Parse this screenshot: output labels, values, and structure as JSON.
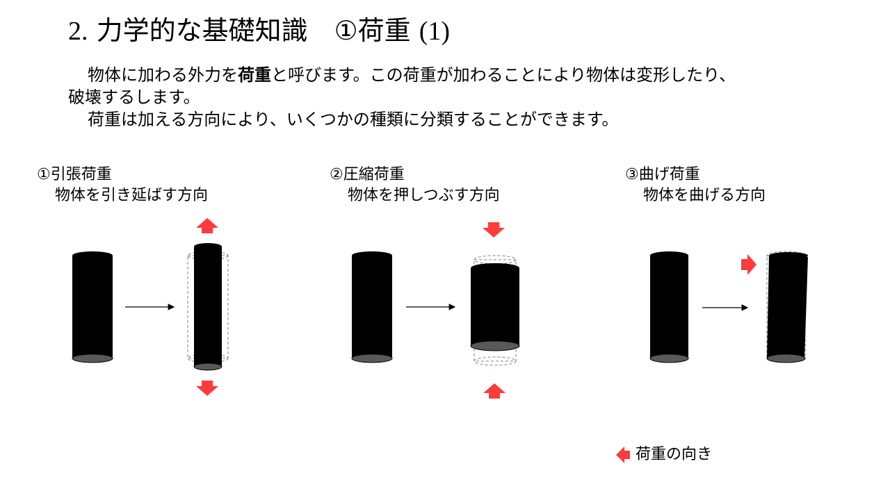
{
  "title": {
    "prefix": "2.",
    "main": " 力学的な基礎知識　①荷重 ",
    "suffix": "(1)"
  },
  "intro": {
    "line1_before": "物体に加わる外力を",
    "line1_bold": "荷重",
    "line1_after": "と呼びます。この荷重が加わることにより物体は変形したり、",
    "line2": "破壊するします。",
    "line3": "荷重は加える方向により、いくつかの種類に分類することができます。"
  },
  "cases": [
    {
      "heading": "①引張荷重",
      "description": "物体を引き延ばす方向"
    },
    {
      "heading": "②圧縮荷重",
      "description": "物体を押しつぶす方向"
    },
    {
      "heading": "③曲げ荷重",
      "description": "物体を曲げる方向"
    }
  ],
  "legend": {
    "label": "荷重の向き",
    "icon": "red-load-arrow-icon"
  },
  "colors": {
    "cylinder_body": "#000000",
    "cylinder_base": "#595959",
    "load_arrow": "#ff3b3b",
    "original_outline": "#7f7f7f"
  }
}
